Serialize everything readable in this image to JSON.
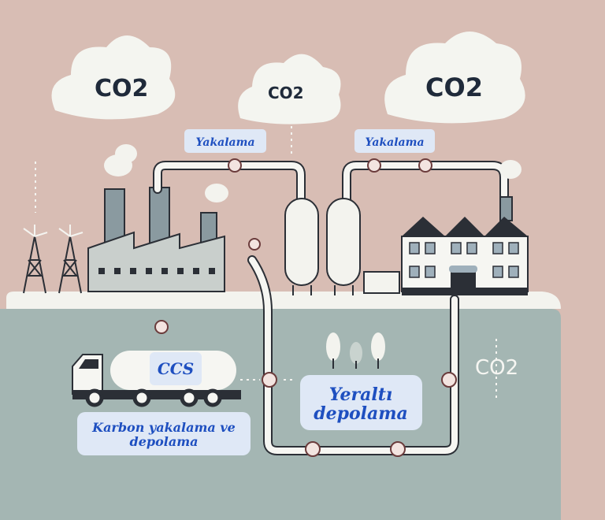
{
  "clouds": [
    {
      "text": "CO2"
    },
    {
      "text": "CO2"
    },
    {
      "text": "CO2"
    }
  ],
  "labels": {
    "capture_left": "Yakalama",
    "capture_right": "Yakalama",
    "ccs": "CCS",
    "ccs_full_line1": "Karbon yakalama ve",
    "ccs_full_line2": "depolama",
    "storage_line1": "Yeraltı",
    "storage_line2": "depolama",
    "underground_co2": "CO2"
  },
  "colors": {
    "sky": "#d8bdb4",
    "ground": "#a4b6b3",
    "label_bg": "#dfe8f6",
    "label_text": "#1e4fc0"
  }
}
